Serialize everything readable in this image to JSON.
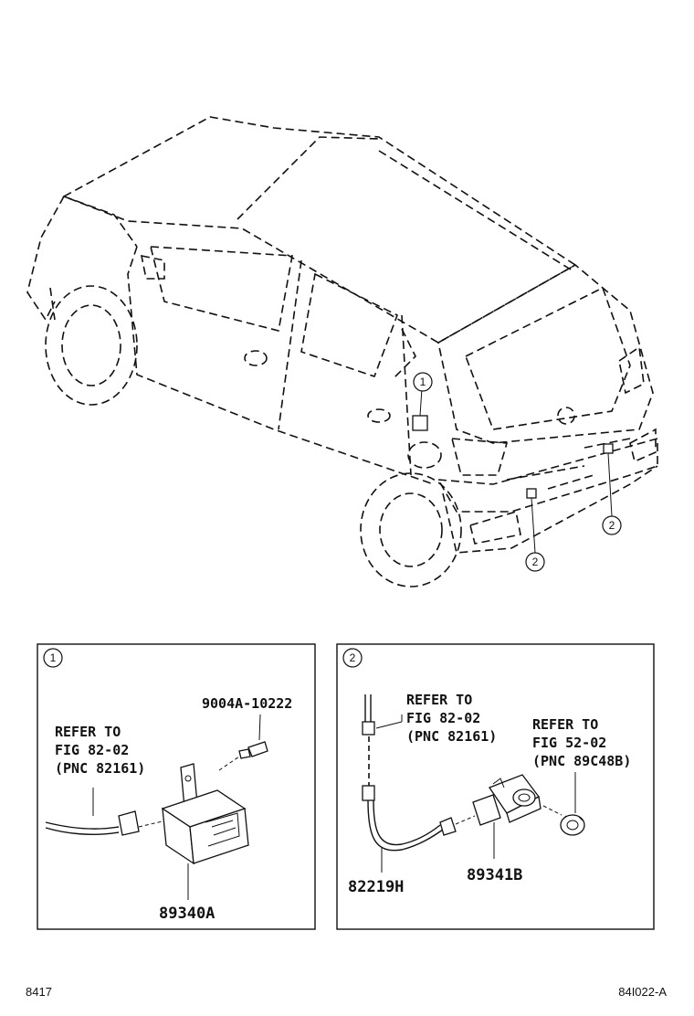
{
  "callouts": {
    "one": "1",
    "two": "2"
  },
  "panel_1": {
    "marker": "1",
    "refer_lines": [
      "REFER TO",
      "FIG 82-02",
      "(PNC 82161)"
    ],
    "bolt_part": "9004A-10222",
    "module_part": "89340A"
  },
  "panel_2": {
    "marker": "2",
    "refer_a_lines": [
      "REFER TO",
      "FIG 82-02",
      "(PNC 82161)"
    ],
    "refer_b_lines": [
      "REFER TO",
      "FIG 52-02",
      "(PNC 89C48B)"
    ],
    "wire_part": "82219H",
    "sensor_part": "89341B"
  },
  "footer": {
    "left_code": "8417",
    "right_code": "84I022-A"
  }
}
